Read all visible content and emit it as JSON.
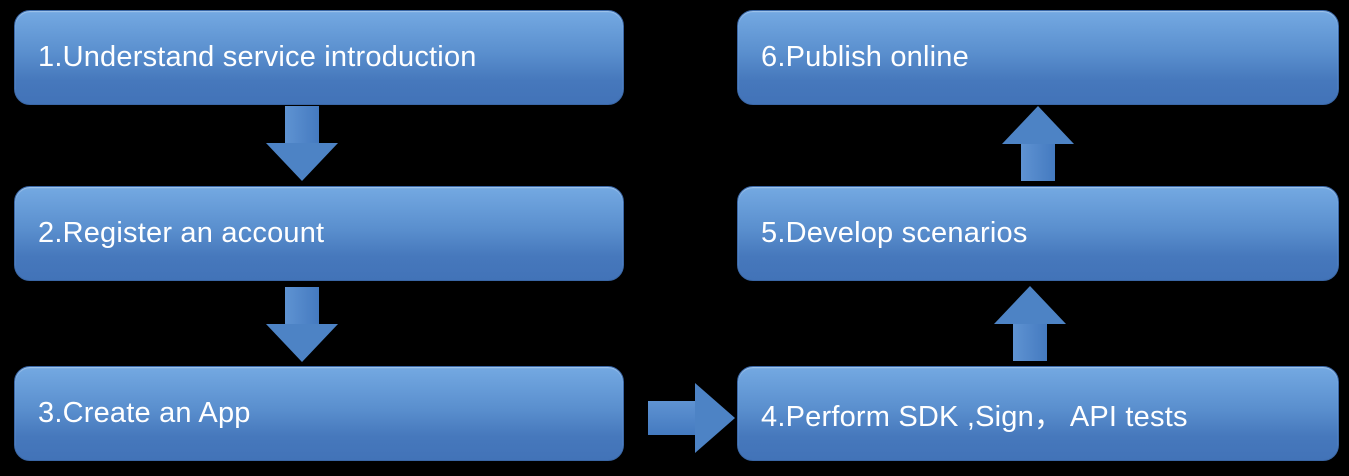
{
  "flowchart": {
    "background_color": "#000000",
    "box_gradient_top": "#74a9e2",
    "box_gradient_bottom": "#4273b8",
    "arrow_color": "#4d83c5",
    "text_color": "#ffffff",
    "steps": [
      {
        "label": "1.Understand service introduction"
      },
      {
        "label": "2.Register an account"
      },
      {
        "label": "3.Create an App"
      },
      {
        "label": "4.Perform SDK ,Sign， API tests"
      },
      {
        "label": "5.Develop scenarios"
      },
      {
        "label": "6.Publish online"
      }
    ],
    "arrows": [
      {
        "direction": "down",
        "from": 1,
        "to": 2
      },
      {
        "direction": "down",
        "from": 2,
        "to": 3
      },
      {
        "direction": "right",
        "from": 3,
        "to": 4
      },
      {
        "direction": "up",
        "from": 4,
        "to": 5
      },
      {
        "direction": "up",
        "from": 5,
        "to": 6
      }
    ]
  }
}
